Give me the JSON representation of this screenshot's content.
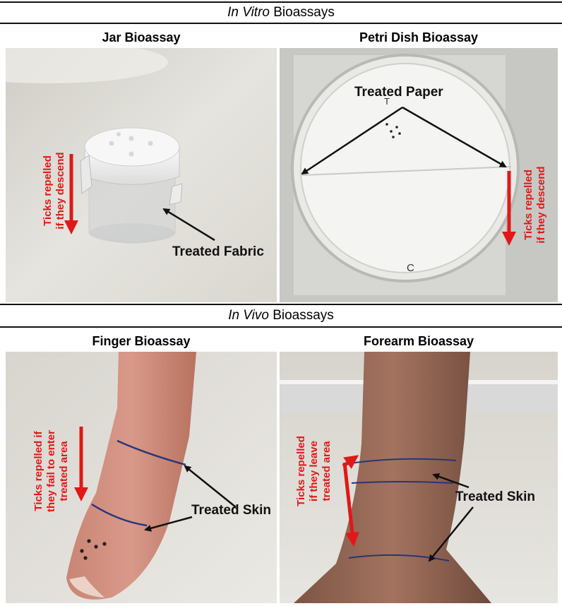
{
  "in_vitro": {
    "heading_italic": "In Vitro",
    "heading_rest": " Bioassays",
    "jar": {
      "title": "Jar Bioassay",
      "callout": "Treated Fabric",
      "red_label": "Ticks repelled\nif they descend"
    },
    "petri": {
      "title": "Petri Dish Bioassay",
      "callout": "Treated Paper",
      "red_label": "Ticks repelled\nif they descend",
      "mark_top": "T",
      "mark_bottom": "C"
    }
  },
  "in_vivo": {
    "heading_italic": "In Vivo",
    "heading_rest": " Bioassays",
    "finger": {
      "title": "Finger Bioassay",
      "callout": "Treated Skin",
      "red_label": "Ticks repelled if\nthey fail to enter\ntreated area"
    },
    "forearm": {
      "title": "Forearm Bioassay",
      "callout": "Treated Skin",
      "red_label": "Ticks repelled\nif they leave\ntreated area"
    }
  },
  "colors": {
    "arrow_red": "#e01818",
    "callout_arrow": "#111111",
    "ink_line": "#27357a"
  }
}
